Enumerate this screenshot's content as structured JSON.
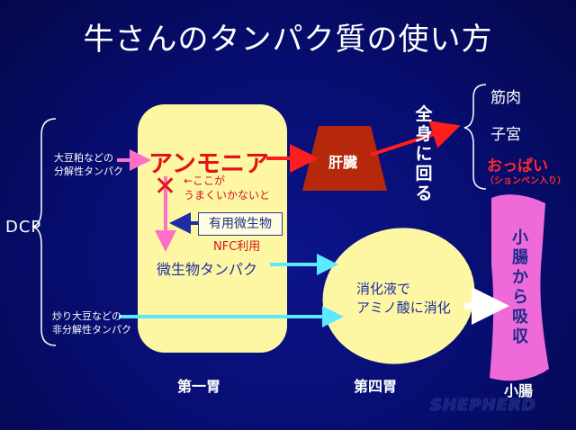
{
  "title": "牛さんのタンパク質の使い方",
  "dcp_label": "DCP",
  "sources": {
    "degradable_l1": "大豆粕などの",
    "degradable_l2": "分解性タンパク",
    "undegradable_l1": "炒り大豆などの",
    "undegradable_l2": "非分解性タンパク"
  },
  "rumen": {
    "ammonia": "アンモニア",
    "note_l1": "←ここが",
    "note_l2": "うまくいかないと",
    "microbe_box": "有用微生物",
    "nfc": "NFC利用",
    "microbial_protein": "微生物タンパク",
    "label": "第一胃"
  },
  "liver": "肝臓",
  "circulation": [
    "全",
    "身",
    "に",
    "回",
    "る"
  ],
  "destinations": {
    "muscle": "筋肉",
    "uterus": "子宮",
    "milk": "おっぱい",
    "milk_note": "（ションベン入り）"
  },
  "abomasum": {
    "text_l1": "消化液で",
    "text_l2": "アミノ酸に消化",
    "label": "第四胃"
  },
  "intestine": {
    "absorption": [
      "小",
      "腸",
      "か",
      "ら",
      "吸",
      "収"
    ],
    "label": "小腸"
  },
  "watermark": "SHEPHERD",
  "colors": {
    "background": "#0a128a",
    "stomach_fill": "#fdf7a4",
    "red_arrow": "#ff1e1e",
    "pink_arrow": "#ff6ec7",
    "cyan_arrow": "#5ce8ff",
    "liver_fill": "#b5280c",
    "intestine_fill": "#ee6ad8"
  }
}
